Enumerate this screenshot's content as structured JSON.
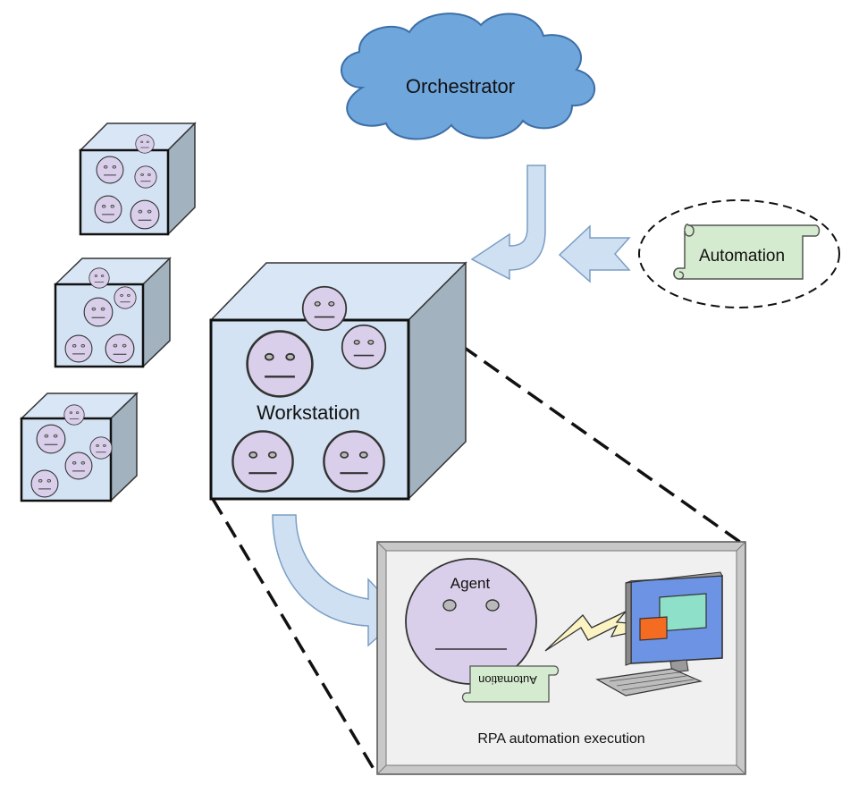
{
  "nodes": {
    "orchestrator": {
      "label": "Orchestrator"
    },
    "workstation": {
      "label": "Workstation"
    },
    "automation": {
      "label": "Automation"
    },
    "agent": {
      "label": "Agent"
    },
    "agent_script": {
      "label": "Automation"
    },
    "execution": {
      "label": "RPA automation execution"
    }
  },
  "colors": {
    "cloud_fill": "#6fa6dc",
    "cloud_stroke": "#3d6fa6",
    "cube_front": "#d3e3f4",
    "cube_top": "#d8e6f5",
    "cube_side": "#a2b2bf",
    "face_fill": "#d9cfea",
    "arrow_fill": "#cfe0f3",
    "arrow_stroke": "#7a9ec4",
    "scroll_fill": "#d5ebcf",
    "panel_fill": "#f0f0f0",
    "panel_frame": "#c8c8c8",
    "bolt_fill": "#fbf3c1",
    "window_orange": "#f36c22",
    "window_teal": "#8ee0c8",
    "screen_blue": "#6d93e4"
  }
}
